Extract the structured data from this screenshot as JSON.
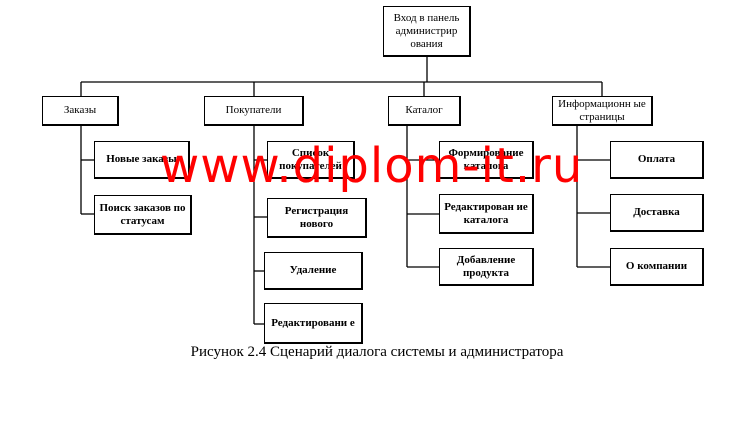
{
  "diagram": {
    "root": "Вход в панель администрир ования",
    "categories": [
      {
        "label": "Заказы",
        "children": [
          "Новые заказы",
          "Поиск заказов по статусам"
        ]
      },
      {
        "label": "Покупатели",
        "children": [
          "Список покупателей",
          "Регистрация нового",
          "Удаление",
          "Редактировани е"
        ]
      },
      {
        "label": "Каталог",
        "children": [
          "Формирование каталога",
          "Редактирован ие каталога",
          "Добавление продукта"
        ]
      },
      {
        "label": "Информационн ые страницы",
        "children": [
          "Оплата",
          "Доставка",
          "О компании"
        ]
      }
    ]
  },
  "caption": "Рисунок 2.4 Сценарий диалога системы и администратора",
  "watermark": "www.diplom-it.ru",
  "colors": {
    "watermark": "#ff0000",
    "lines": "#000000"
  }
}
